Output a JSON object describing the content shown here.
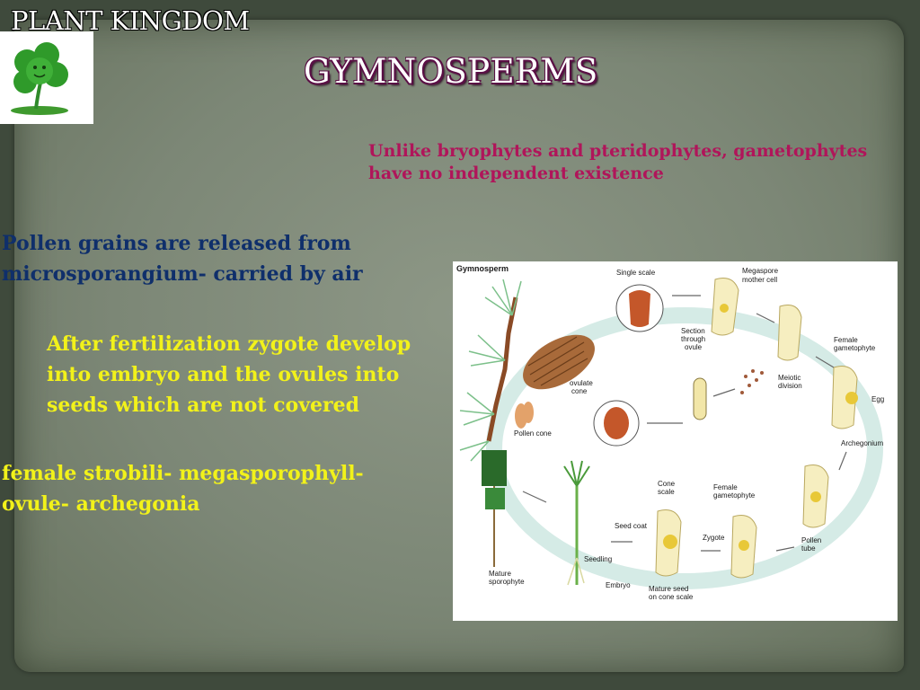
{
  "header": {
    "title": "PLANT KINGDOM"
  },
  "logo": {
    "icon": "shamrock-icon",
    "colors": {
      "leaf": "#2f9a2a",
      "background": "#ffffff"
    }
  },
  "slide": {
    "title": "GYMNOSPERMS",
    "title_outline_color": "#5a0f45"
  },
  "notes": {
    "gametophyte": "Unlike bryophytes and pteridophytes, gametophytes have no independent existence",
    "pollen": "Pollen grains are released from microsporangium- carried by air",
    "fertilization": "After fertilization zygote develop into embryo and the ovules into seeds which are not covered",
    "strobili": "female strobili- megasporophyll- ovule- archegonia"
  },
  "colors": {
    "magenta_text": "#b0155a",
    "navy_text": "#0f2f6b",
    "yellow_text": "#f2f21a"
  },
  "diagram": {
    "title": "Gymnosperm",
    "labels": {
      "single_scale": "Single scale",
      "megaspore_1": "Megaspore",
      "megaspore_2": "mother cell",
      "section_1": "Section",
      "section_2": "through",
      "section_3": "ovule",
      "female_game_1": "Female",
      "female_game_2": "gametophyte",
      "ovulate_1": "ovulate",
      "ovulate_2": "cone",
      "meiotic_1": "Meiotic",
      "meiotic_2": "division",
      "egg": "Egg",
      "pollen_cone": "Pollen cone",
      "archegonium": "Archegonium",
      "cone_scale_1": "Cone",
      "cone_scale_2": "scale",
      "female_game_b1": "Female",
      "female_game_b2": "gametophyte",
      "seed_coat": "Seed coat",
      "zygote": "Zygote",
      "pollen_tube_1": "Pollen",
      "pollen_tube_2": "tube",
      "seedling": "Seedling",
      "mature_spo_1": "Mature",
      "mature_spo_2": "sporophyte",
      "embryo": "Embryo",
      "mature_seed_1": "Mature seed",
      "mature_seed_2": "on cone scale"
    }
  }
}
